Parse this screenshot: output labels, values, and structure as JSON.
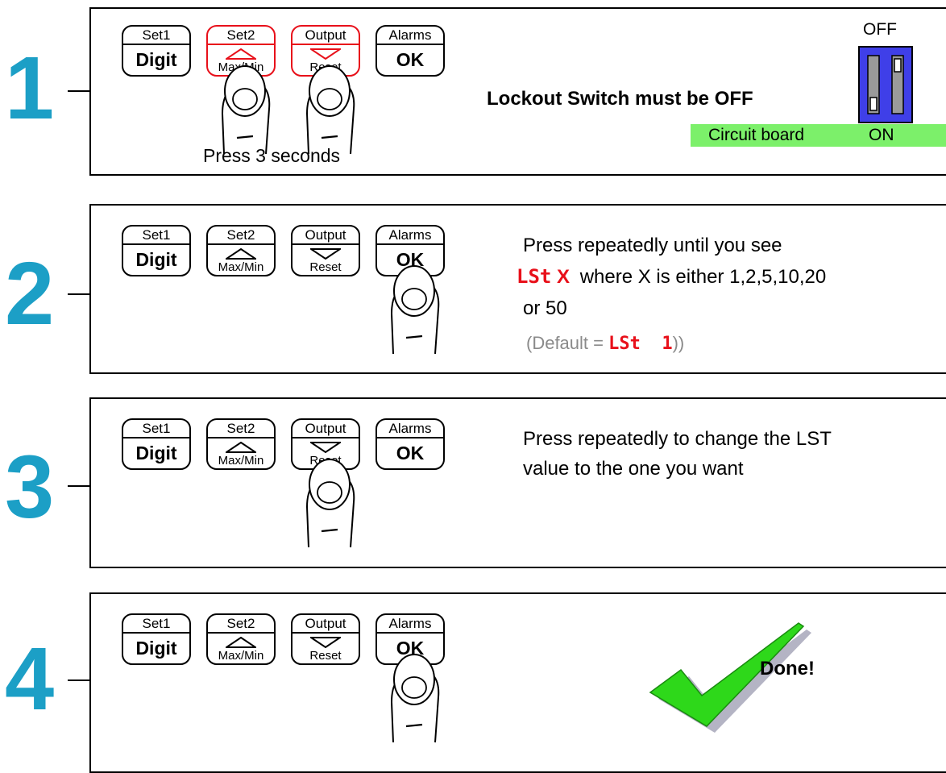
{
  "buttons": {
    "set1": {
      "top": "Set1",
      "main": "Digit"
    },
    "set2": {
      "top": "Set2",
      "sub": "Max/Min"
    },
    "output": {
      "top": "Output",
      "sub": "Reset"
    },
    "alarms": {
      "top": "Alarms",
      "main": "OK"
    }
  },
  "steps": [
    {
      "number": "1",
      "caption": "Press 3 seconds",
      "text": "Lockout Switch must be OFF",
      "switch": {
        "off_label": "OFF",
        "on_label": "ON",
        "board_label": "Circuit board"
      }
    },
    {
      "number": "2",
      "line1": "Press repeatedly until you see",
      "code": "LSt",
      "x": "X",
      "line2": "where X is either 1,2,5,10,20",
      "line3": "or 50",
      "default_prefix": "(Default = ",
      "default_code": "LSt  1",
      "default_suffix": "))"
    },
    {
      "number": "3",
      "line1": "Press repeatedly to change the LST",
      "line2": "value to the one you want"
    },
    {
      "number": "4",
      "done": "Done!"
    }
  ],
  "colors": {
    "step_number": "#1c9fc6",
    "highlight_red": "#e8101a",
    "switch_blue": "#3f3fe8",
    "board_green": "#7cf06a",
    "check_green": "#2ed81a"
  }
}
